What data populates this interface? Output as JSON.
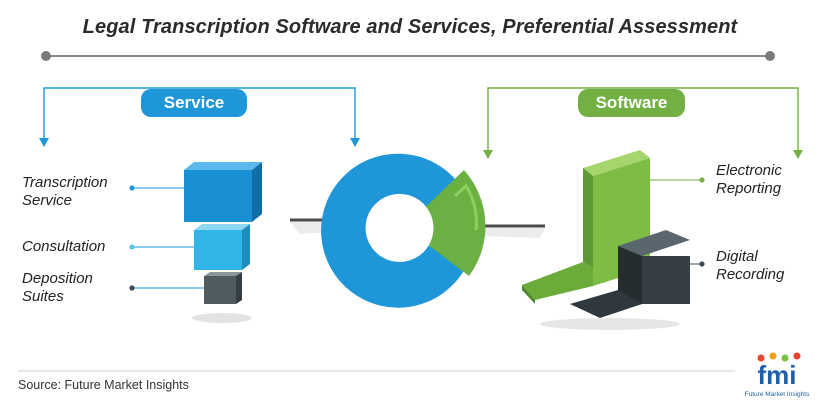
{
  "title": "Legal Transcription Software and Services, Preferential Assessment",
  "colors": {
    "service_blue": "#1e96d8",
    "software_green": "#72b043",
    "dark_cube": "#3d4a52"
  },
  "service": {
    "heading": "Service",
    "items": [
      {
        "line1": "Transcription",
        "line2": "Service"
      },
      {
        "line1": "Consultation",
        "line2": ""
      },
      {
        "line1": "Deposition",
        "line2": "Suites"
      }
    ]
  },
  "software": {
    "heading": "Software",
    "items": [
      {
        "line1": "Electronic",
        "line2": "Reporting"
      },
      {
        "line1": "Digital",
        "line2": "Recording"
      }
    ]
  },
  "source": "Source: Future Market Insights",
  "logo": {
    "mark": "fmi",
    "caption": "Future Market Insights"
  }
}
